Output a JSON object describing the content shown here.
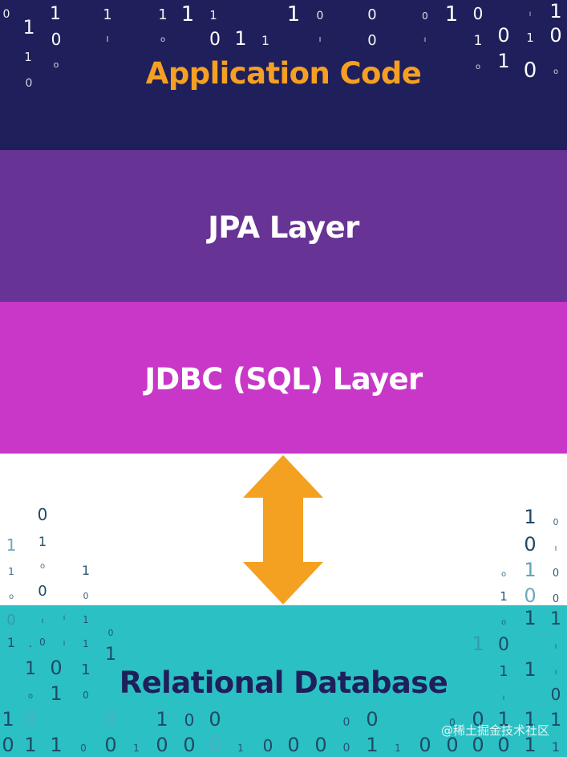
{
  "layers": {
    "application": {
      "label": "Application Code",
      "color": "#1f1f5b",
      "text_color": "#f5a023"
    },
    "jpa": {
      "label": "JPA Layer",
      "color": "#673395",
      "text_color": "#ffffff"
    },
    "jdbc": {
      "label": "JDBC (SQL) Layer",
      "color": "#c837c8",
      "text_color": "#ffffff"
    },
    "database": {
      "label": "Relational Database",
      "color": "#2bc0c4",
      "text_color": "#1f1f5b"
    }
  },
  "connector": {
    "type": "double-headed-arrow",
    "color": "#f4a021"
  },
  "decoration": {
    "pattern": "binary-digits"
  },
  "watermark": {
    "text": "@稀土掘金技术社区"
  }
}
